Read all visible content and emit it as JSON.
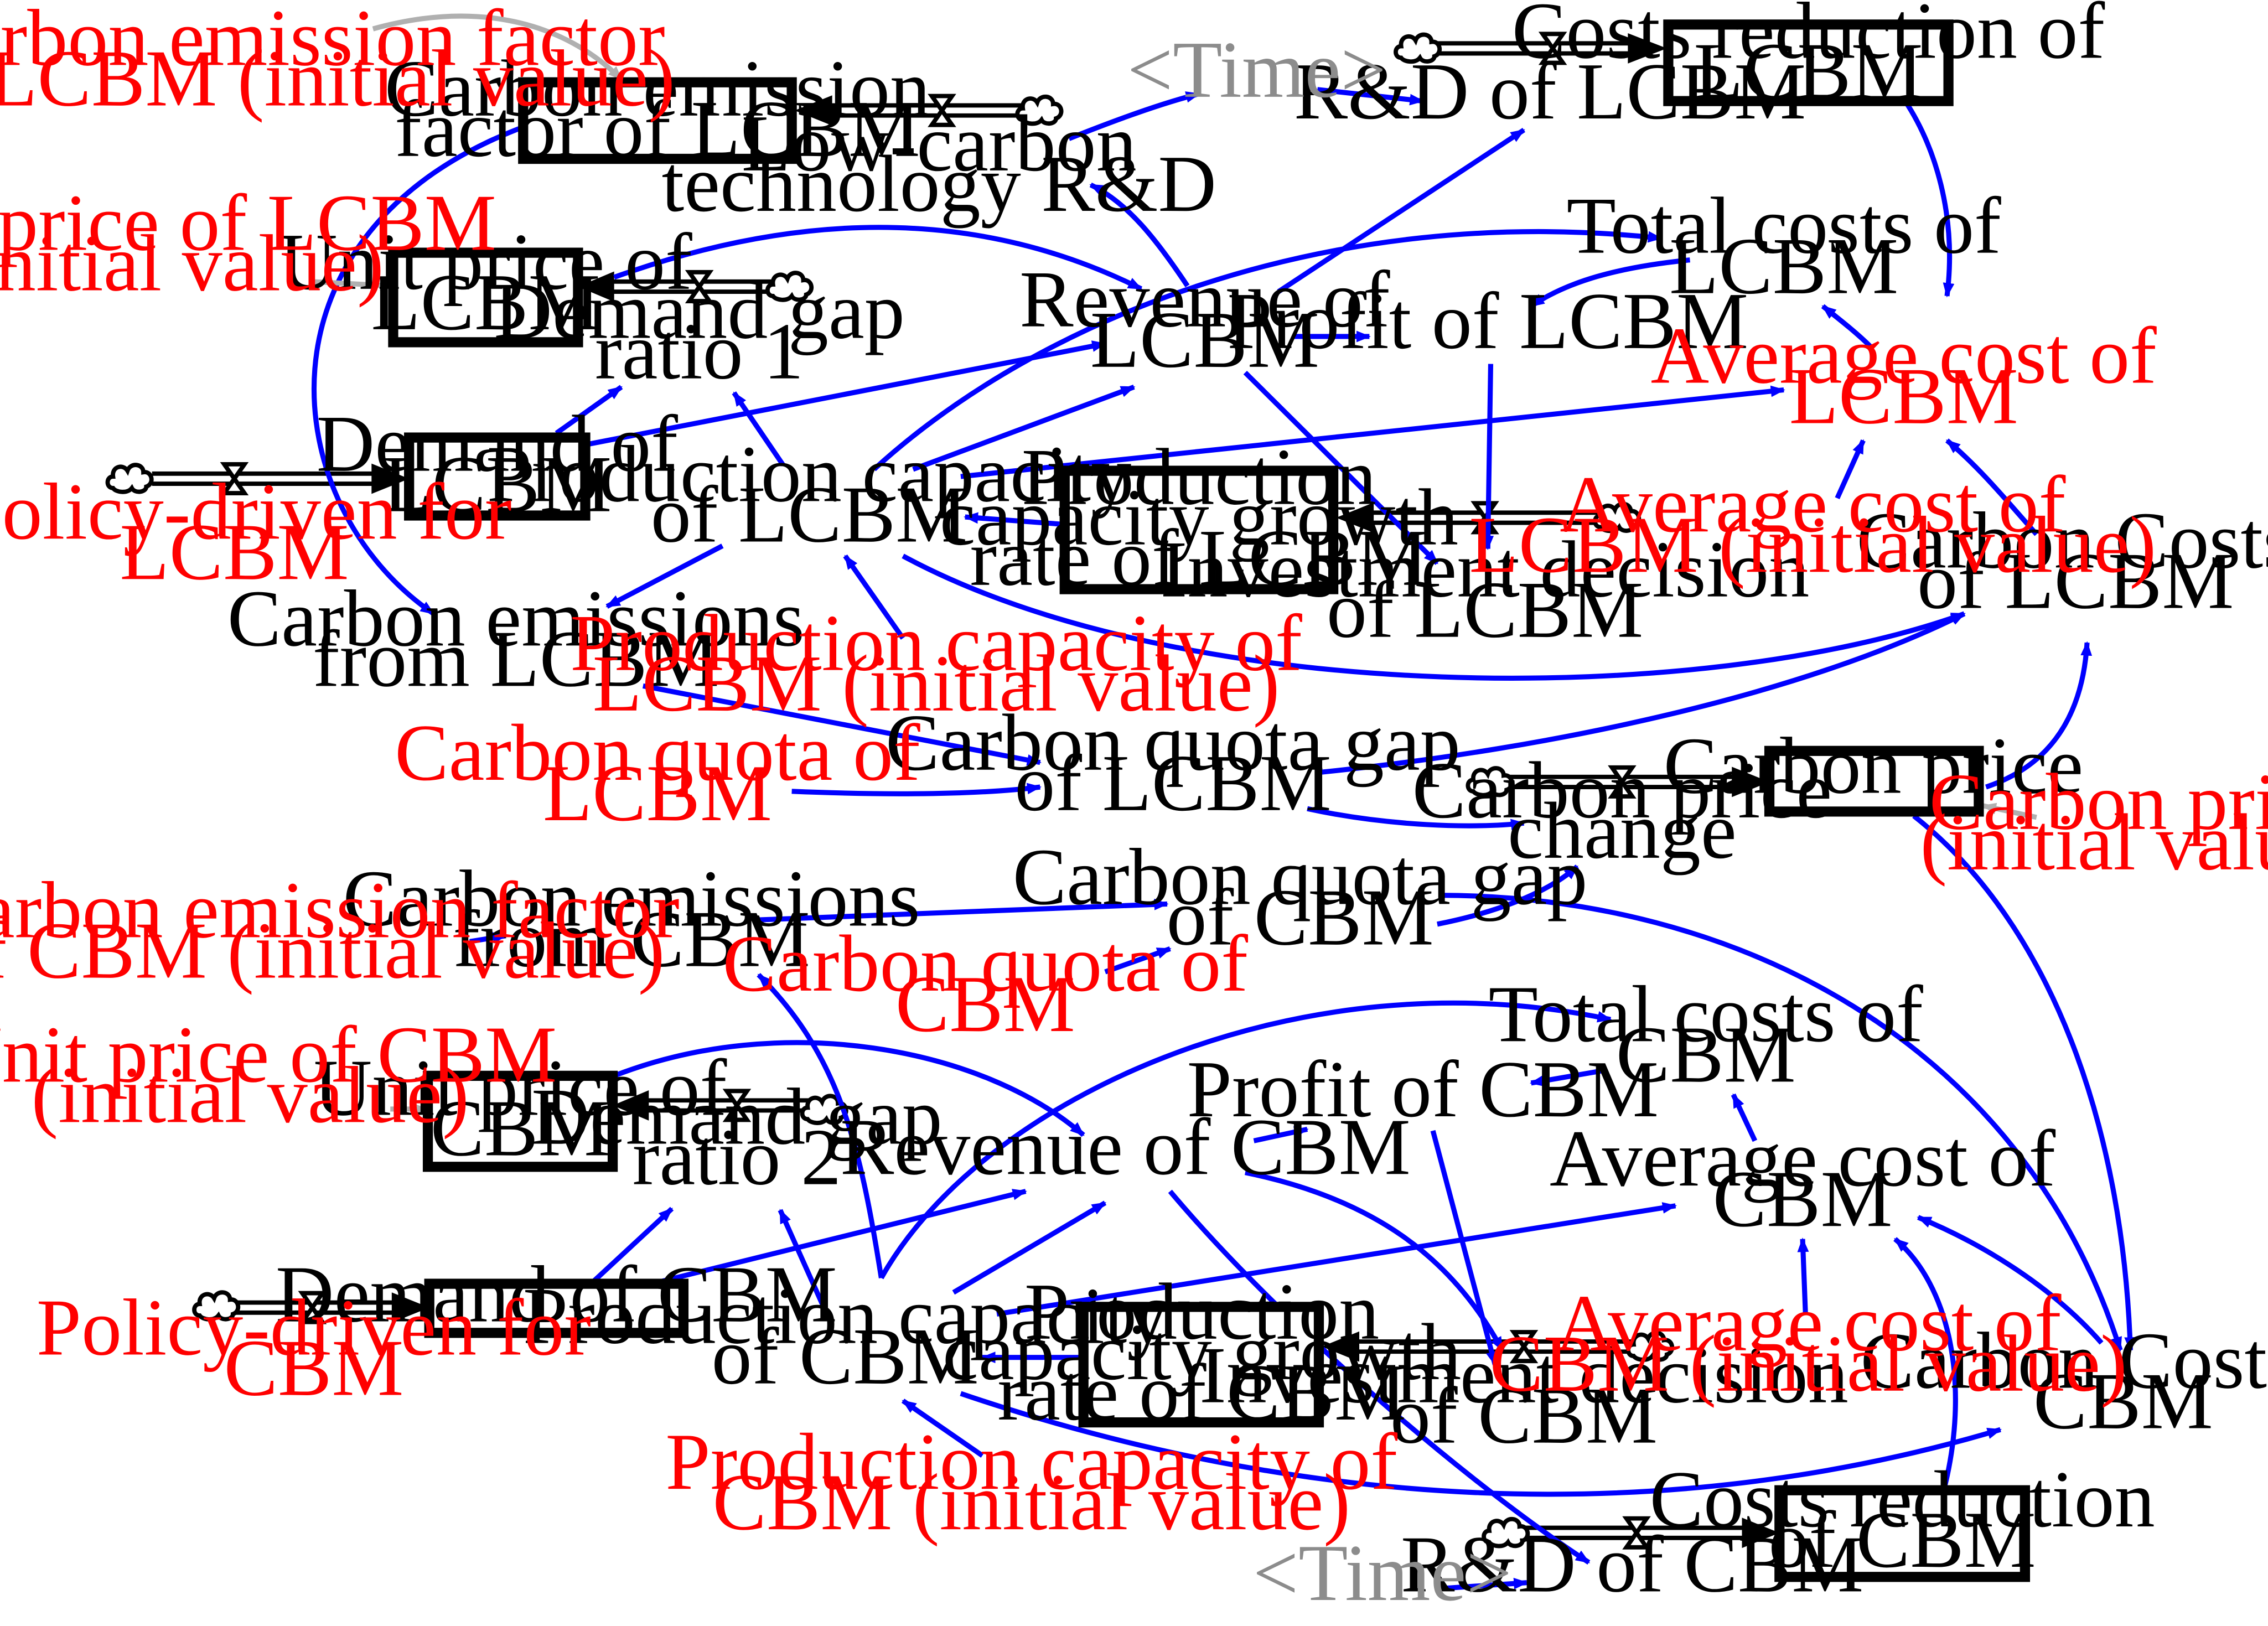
{
  "colors": {
    "link": "#0000ff",
    "parameter_text": "#ff0000",
    "variable_text": "#000000",
    "shadow_text": "#8c8c8c",
    "shadow_link": "#b0b0b0",
    "stock_border": "#000000"
  },
  "icons": {
    "source": "cloud-icon",
    "valve": "valve-icon",
    "arrow": "arrowhead-icon"
  },
  "stocks": {
    "cef_lcbm": [
      "Carbon emission",
      "factor of LCBM"
    ],
    "costs_red_lcbm": [
      "Costs reduction of",
      "LCBM"
    ],
    "unit_price_lcbm": [
      "Unit price of",
      "LCBM"
    ],
    "demand_lcbm": [
      "Demand of",
      "LCBM"
    ],
    "pcgr_lcbm": [
      "Production",
      "capacity growth",
      "rate of LCBM"
    ],
    "carbon_price": [
      "Carbon price"
    ],
    "unit_price_cbm": [
      "Unit price of",
      "CBM"
    ],
    "demand_cbm": [
      "Demand of CBM"
    ],
    "pcgr_cbm": [
      "Production",
      "capacity growth",
      "rate of CBM"
    ],
    "costs_red_cbm": [
      "Costs reduction",
      "of CBM"
    ]
  },
  "variables": {
    "lc_rd": [
      "Low-carbon",
      "technology R&D"
    ],
    "rd_lcbm": [
      "R&D of LCBM"
    ],
    "total_costs_lcbm": [
      "Total costs of",
      "LCBM"
    ],
    "revenue_lcbm": [
      "Revenue of",
      "LCBM"
    ],
    "profit_lcbm": [
      "Profit of LCBM"
    ],
    "dgr1": [
      "Demand gap",
      "ratio 1"
    ],
    "prod_cap_lcbm": [
      "Production capacity",
      "of LCBM"
    ],
    "inv_lcbm": [
      "Investment decision",
      "of LCBM"
    ],
    "carbon_costs_lcbm": [
      "Carbon Costs",
      "of LCBM"
    ],
    "emissions_lcbm": [
      "Carbon emissions",
      "from LCBM"
    ],
    "quota_gap_lcbm": [
      "Carbon quota gap",
      "of LCBM"
    ],
    "carbon_price_change": [
      "Carbon price",
      "change"
    ],
    "emissions_cbm": [
      "Carbon emissions",
      "from CBM"
    ],
    "quota_gap_cbm": [
      "Carbon quota gap",
      "of CBM"
    ],
    "total_costs_cbm": [
      "Total costs of",
      "CBM"
    ],
    "profit_cbm": [
      "Profit of CBM"
    ],
    "dgr2": [
      "Demand gap",
      "ratio 2"
    ],
    "revenue_cbm": [
      "Revenue of CBM"
    ],
    "avg_cost_cbm": [
      "Average cost of",
      "CBM"
    ],
    "prod_cap_cbm": [
      "Production capacity",
      "of CBM"
    ],
    "inv_cbm": [
      "Investment decision",
      "of CBM"
    ],
    "carbon_costs_cbm": [
      "Carbon Costs of",
      "CBM"
    ],
    "rd_cbm": [
      "R&D of CBM"
    ]
  },
  "parameters": {
    "cef_lcbm_init": [
      "Carbon emission factor",
      "of LCBM (initial value)"
    ],
    "unit_price_lcbm_init": [
      "Unit price of LCBM",
      "(initial value)"
    ],
    "policy_lcbm": [
      "Policy-driven for",
      "LCBM"
    ],
    "avg_cost_lcbm": [
      "Average cost of",
      "LCBM"
    ],
    "avg_cost_lcbm_init": [
      "Average cost of",
      "LCBM (initial value)"
    ],
    "pc_lcbm_init": [
      "Production capacity of",
      "LCBM (initial value)"
    ],
    "quota_lcbm": [
      "Carbon quota of",
      "LCBM"
    ],
    "carbon_price_init": [
      "Carbon price",
      "(initial value)"
    ],
    "cef_cbm_init": [
      "Carbon emission factor",
      "of CBM (initial value)"
    ],
    "quota_cbm": [
      "Carbon quota of",
      "CBM"
    ],
    "unit_price_cbm_init": [
      "Unit price of CBM",
      "(initial value)"
    ],
    "policy_cbm": [
      "Policy-driven for",
      "CBM"
    ],
    "avg_cost_cbm_init": [
      "Average cost of",
      "CBM (initial value)"
    ],
    "pc_cbm_init": [
      "Production capacity of",
      "CBM (initial value)"
    ]
  },
  "shadows": {
    "time_top": "<Time>",
    "time_bottom": "<Time>"
  }
}
